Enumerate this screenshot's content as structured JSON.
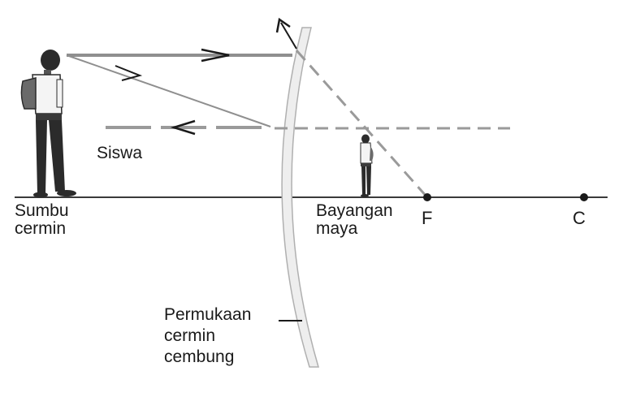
{
  "labels": {
    "student": "Siswa",
    "axis_line1": "Sumbu",
    "axis_line2": "cermin",
    "image_line1": "Bayangan",
    "image_line2": "maya",
    "focus": "F",
    "center": "C",
    "mirror_line1": "Permukaan",
    "mirror_line2": "cermin",
    "mirror_line3": "cembung"
  },
  "colors": {
    "ray": "#8f8f8f",
    "dashed": "#9a9a9a",
    "axis": "#3a3a3a",
    "arrow": "#1a1a1a",
    "mirror_edge": "#b0b0b0",
    "mirror_fill": "#eeeeee",
    "figure": "#2b2b2b"
  },
  "icons": [
    "student-figure",
    "virtual-image-figure",
    "ray-arrow"
  ]
}
